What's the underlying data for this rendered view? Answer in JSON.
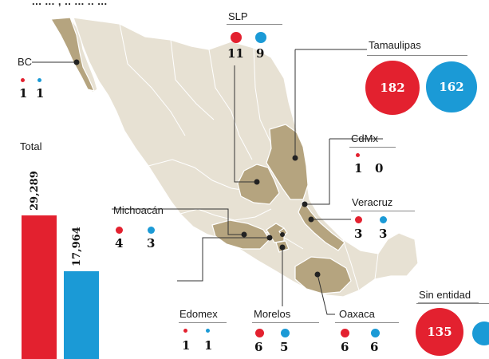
{
  "colors": {
    "background": "#ffffff",
    "land_other": "#e7e1d3",
    "land_highlight": "#b5a47f",
    "border": "#ffffff",
    "red": "#e3212f",
    "blue": "#1b9ad6",
    "leader": "#333333"
  },
  "header": {
    "cut_text": "...  ...  ,  ..  ...  ..  ..."
  },
  "total": {
    "label": "Total",
    "red_value": "29,289",
    "blue_value": "17,964",
    "red_fraction": 1.0,
    "blue_fraction": 0.613
  },
  "states": {
    "bc": {
      "label": "BC",
      "red": "1",
      "blue": "1"
    },
    "slp": {
      "label": "SLP",
      "red": "11",
      "blue": "9"
    },
    "tamaulipas": {
      "label": "Tamaulipas",
      "red": "182",
      "blue": "162"
    },
    "cdmx": {
      "label": "CdMx",
      "red": "1",
      "blue": "0"
    },
    "veracruz": {
      "label": "Veracruz",
      "red": "3",
      "blue": "3"
    },
    "michoacan": {
      "label": "Michoacán",
      "red": "4",
      "blue": "3"
    },
    "edomex": {
      "label": "Edomex",
      "red": "1",
      "blue": "1"
    },
    "morelos": {
      "label": "Morelos",
      "red": "6",
      "blue": "5"
    },
    "oaxaca": {
      "label": "Oaxaca",
      "red": "6",
      "blue": "6"
    },
    "sin_entidad": {
      "label": "Sin entidad",
      "red": "135",
      "blue": ""
    }
  }
}
